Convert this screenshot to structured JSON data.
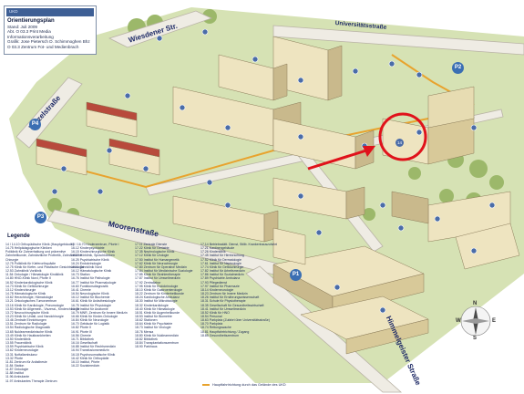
{
  "infobox": {
    "title": "Orientierungsplan",
    "date": "Stand: Juli 2009",
    "line1": "Abt. O 03.3 Print Media Informationsverarbeitung",
    "line2": "Grafik: Jose Pietersch D. Schimmoghen Bhz",
    "line3": "O 03.3 Zentrum Fot- und Medienbrach"
  },
  "streets": {
    "wiesbadener": "Wiesdener Str.",
    "universitaet": "Universitätsstraße",
    "witzelstrasse": "Witzelstraße",
    "moorenstrasse": "Moorenstraße",
    "himmelgeister": "Himmelgeister Straße"
  },
  "parking": [
    "P1",
    "P2",
    "P3",
    "P4"
  ],
  "highlight_number": "14",
  "legend": {
    "title": "Legende",
    "col1": [
      "14 / 14.10  Orthopädische Klinik (Hauptgebäude)",
      "14.75  Heilpädagogische Kliniken",
      "Poliklinik für Zahnerhaltung und präventive",
      "Zahnheilkunde, Zahnärztliche Prothetik, Zahnärztliche",
      "Chirurgie",
      "12.75  Poliklinik für Kieferorthopädie",
      "12.75  Klinik für Kiefer- und Plastische Gesichtschirurgie",
      "12.53  Zahnklinik Vorklinik",
      "11.54  Onkologie / Hämatologie Kindklinik",
      "14.80  HNO-Klinik Nord, Pforte II",
      "16.52  Kinderkardiologische Klinik",
      "14.73  Klinik für Gefäßchirurgie",
      "13.12  Kinderchirurgie",
      "14.78  Hämatologische Klinik",
      "13.62  Herzchirurgie, Hämatologie",
      "13.21  Onkologisches Tumorzentrum",
      "13.16  Klinik für Kardiologie, Pneumologie",
      "13.53  Klinik für Allgemein-, Viszeral-, Kinderchirurgie",
      "13.72  Neurochirurgische Klinik",
      "13.23  Klinik für Unfall- und Handchirurgie",
      "13.46  Zentrale Einrichtungen",
      "13.51  Zentrum für Radiologie",
      "13.54  Radiologische Diagnostik",
      "13.65  Nuklearmedizinische Klinik",
      "13.49  Klinik für Hautkrankheiten",
      "13.50  Kinderklinik",
      "13.55  Frauenklinik",
      "13.59  Psychiatrische Klinik",
      "13.62  Kinderneurologie",
      "13.31  Notfallambulanz",
      "13.32  Pforte",
      "11.81  Zentrum für Anästhesie",
      "11.84  Station",
      "11.87  Onkologie",
      "11.88  Institut",
      "11.96  Ambulante",
      "11.97  Ambulantes Therapie Zentrum"
    ],
    "col2": [
      "15 / 16.70  Kinderzentrum, Pforte I",
      "16.12  Kinderpsychiatrie",
      "16.15  Kinderchirurgische Klinik",
      "16.23  Hörklinik, Sprachkliniken",
      "16.25  Psychiatrische Klinik",
      "16.24  Endokrinologie",
      "16.11  Zahnklinik Nord",
      "16.12  Hämatologische Klinik",
      "16.73  Station",
      "16.76  Institut für Pathologie",
      "16.77  Institut für Pharmakologie",
      "16.60  Funktionsdiagnostik",
      "16.41  Chemie",
      "16.54  Neurologische Klinik",
      "16.12  Institut für Biochemie",
      "16.61  Klinik für Anästhesiologie",
      "16.75  Institut für Physiologie",
      "16.76  Institut für Anatomie",
      "16.79  MNR, Zentrum für Innere Medizin",
      "16.66  Klinik für Kinder-Onkologie",
      "16.84  Klinik für Neurologie",
      "16.70  Gebäude für Logistik",
      "16.82  Pforte II",
      "16.91  Pforte III",
      "16.56  Chemie",
      "16.71  Bibliothek",
      "16.16  Gesellschaft",
      "16.88  Institut für Rechtsmedizin",
      "16.94  Transfusionsmedizin",
      "16.18  Psychosomatische Klinik",
      "16.42  Klinik für Orthopädie",
      "16.10  Institut, Pforte",
      "16.22  Sozialmedizin"
    ],
    "col3": [
      "17.11  Zentrale Dienste",
      "17.22  Klinik für Geriatrie",
      "17.35  Nephrologische Klinik",
      "17.12  Klinik für Urologie",
      "17.50  Institut für Humangenetik",
      "17.62  Klinik für Neurochirurgie",
      "17.80  Zentrum für Operative Medizin",
      "17.84  Institut für Medizinische Soziologie",
      "17.85  Klinik für Strahlentherapie",
      "17.87  Institut für Umweltmedizin",
      "17.92  Zentrallabor",
      "17.95  Klinik für Endokrinologie",
      "18.10  Klinik für Gastroenterologie",
      "18.22  Zentrum für Kinderheilkunde",
      "18.24  Kardiologische Ambulanz",
      "18.30  Institut für Mikrobiologie",
      "18.32  Kinderkardiologie",
      "18.40  Klinik für Hämatologie",
      "18.51  Klinik für Augenheilkunde",
      "18.53  Institut für Biometrie",
      "18.62  Stationen",
      "18.64  Klinik für Psychiatrie",
      "18.73  Institut für Virologie",
      "18.76  Mensa",
      "18.80  Klinik für Nuklearmedizin",
      "18.82  Bibliothek",
      "18.84  Transplantationszentrum",
      "18.90  Parkhaus"
    ],
    "col4": [
      "17.14  Betriebsstätt. Dienst, Stillb. Krankenhauszufahrt",
      "17.21  Kantinengebäude",
      "17.26  Kinderklinik",
      "17.45  Institut für Hirnforschung",
      "17.52  Klinik für Dermatologie",
      "17.61  Institut für Nephrologie",
      "17.74  Klinik für Gefäßchirurgie",
      "17.82  Institut für Arbeitsmedizin",
      "17.86  Institut für Sozialmedizin",
      "17.89  Psychiatrie Ambulanz",
      "17.93  Pflegedienst",
      "17.97  Institut für Pharmazie",
      "18.14  Kinderneurologie",
      "18.23  Zentrum für Innere Medizin",
      "18.26  Institut für Ernährungswissenschaft",
      "18.31  Schule für Physiotherapie",
      "18.35  Gesellschaft für Gesundheitswirtschaft",
      "18.41  Institut für Umweltmedizin",
      "18.52  Klinik für HNO",
      "18.54  Personal",
      "18.63  Parkplatz (Zufahrt über Universitätsstraße)",
      "18.70  Parkplatz",
      "18.74  Rettungswache",
      "18.81  Hauptfahrtrichtung / Zugang",
      "18.85  Gesundheitszentrum"
    ]
  },
  "footer": "Hauptfahrtrichtung durch das Gelände des UKD",
  "compass": {
    "n": "N",
    "s": "S",
    "e": "E",
    "w": "W"
  },
  "colors": {
    "road": "#e9e6de",
    "road_edge": "#b9b3a6",
    "grass": "#c7d79f",
    "building": "#eee4c0",
    "building_shade": "#c9b98c",
    "roof_red": "#b84a3c",
    "blue_circle": "#4a6ca8",
    "parking": "#3b6fb3",
    "highlight": "#e0121b",
    "route": "#e8a32e"
  }
}
